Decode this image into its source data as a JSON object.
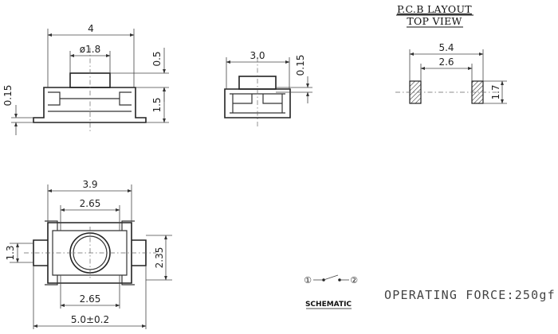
{
  "pcb_layout": {
    "title": "P.C.B LAYOUT",
    "subtitle": "TOP VIEW",
    "width_outer": "5.4",
    "width_inner": "2.6",
    "pad_height": "1.7"
  },
  "front_view": {
    "overall_width": "4",
    "actuator_diameter": "ø1.8",
    "actuator_height": "0.5",
    "body_height": "1.5",
    "terminal_thickness": "0.15"
  },
  "side_view": {
    "width": "3.0",
    "terminal_thickness": "0.15"
  },
  "top_view": {
    "width_top": "3.9",
    "inner_width_top": "2.65",
    "inner_width_bottom": "2.65",
    "overall_width": "5.0±0.2",
    "terminal_height": "1.3",
    "body_height": "2.35"
  },
  "schematic": {
    "label": "SCHEMATIC",
    "terminal_1": "①",
    "terminal_2": "②"
  },
  "operating_force": "OPERATING FORCE:250gf"
}
